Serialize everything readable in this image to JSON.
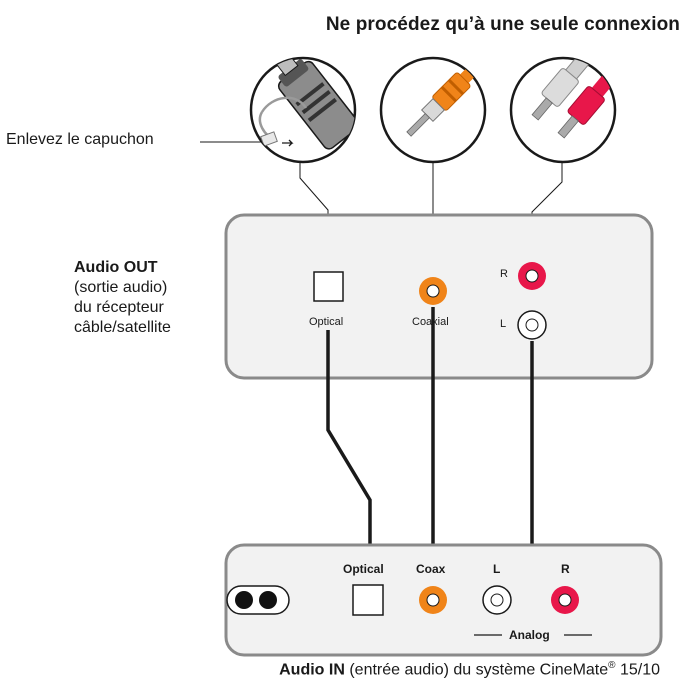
{
  "title": "Ne procédez qu’à une seule connexion",
  "cap_note": "Enlevez le capuchon",
  "audio_out": {
    "title": "Audio OUT",
    "lines": [
      "(sortie audio)",
      "du récepteur",
      "câble/satellite"
    ],
    "optical_label": "Optical",
    "coaxial_label": "Coaxial",
    "r_label": "R",
    "l_label": "L"
  },
  "audio_in": {
    "optical_label": "Optical",
    "coax_label": "Coax",
    "l_label": "L",
    "r_label": "R",
    "analog_label": "Analog"
  },
  "footer": {
    "bold": "Audio IN",
    "text": " (entrée audio) du système CineMate",
    "reg": "®",
    "model": " 15/10"
  },
  "colors": {
    "coax_orange": "#f08419",
    "red_jack": "#e8174a",
    "panel_fill": "#f2f2f2",
    "panel_stroke": "#8a8a8a"
  }
}
